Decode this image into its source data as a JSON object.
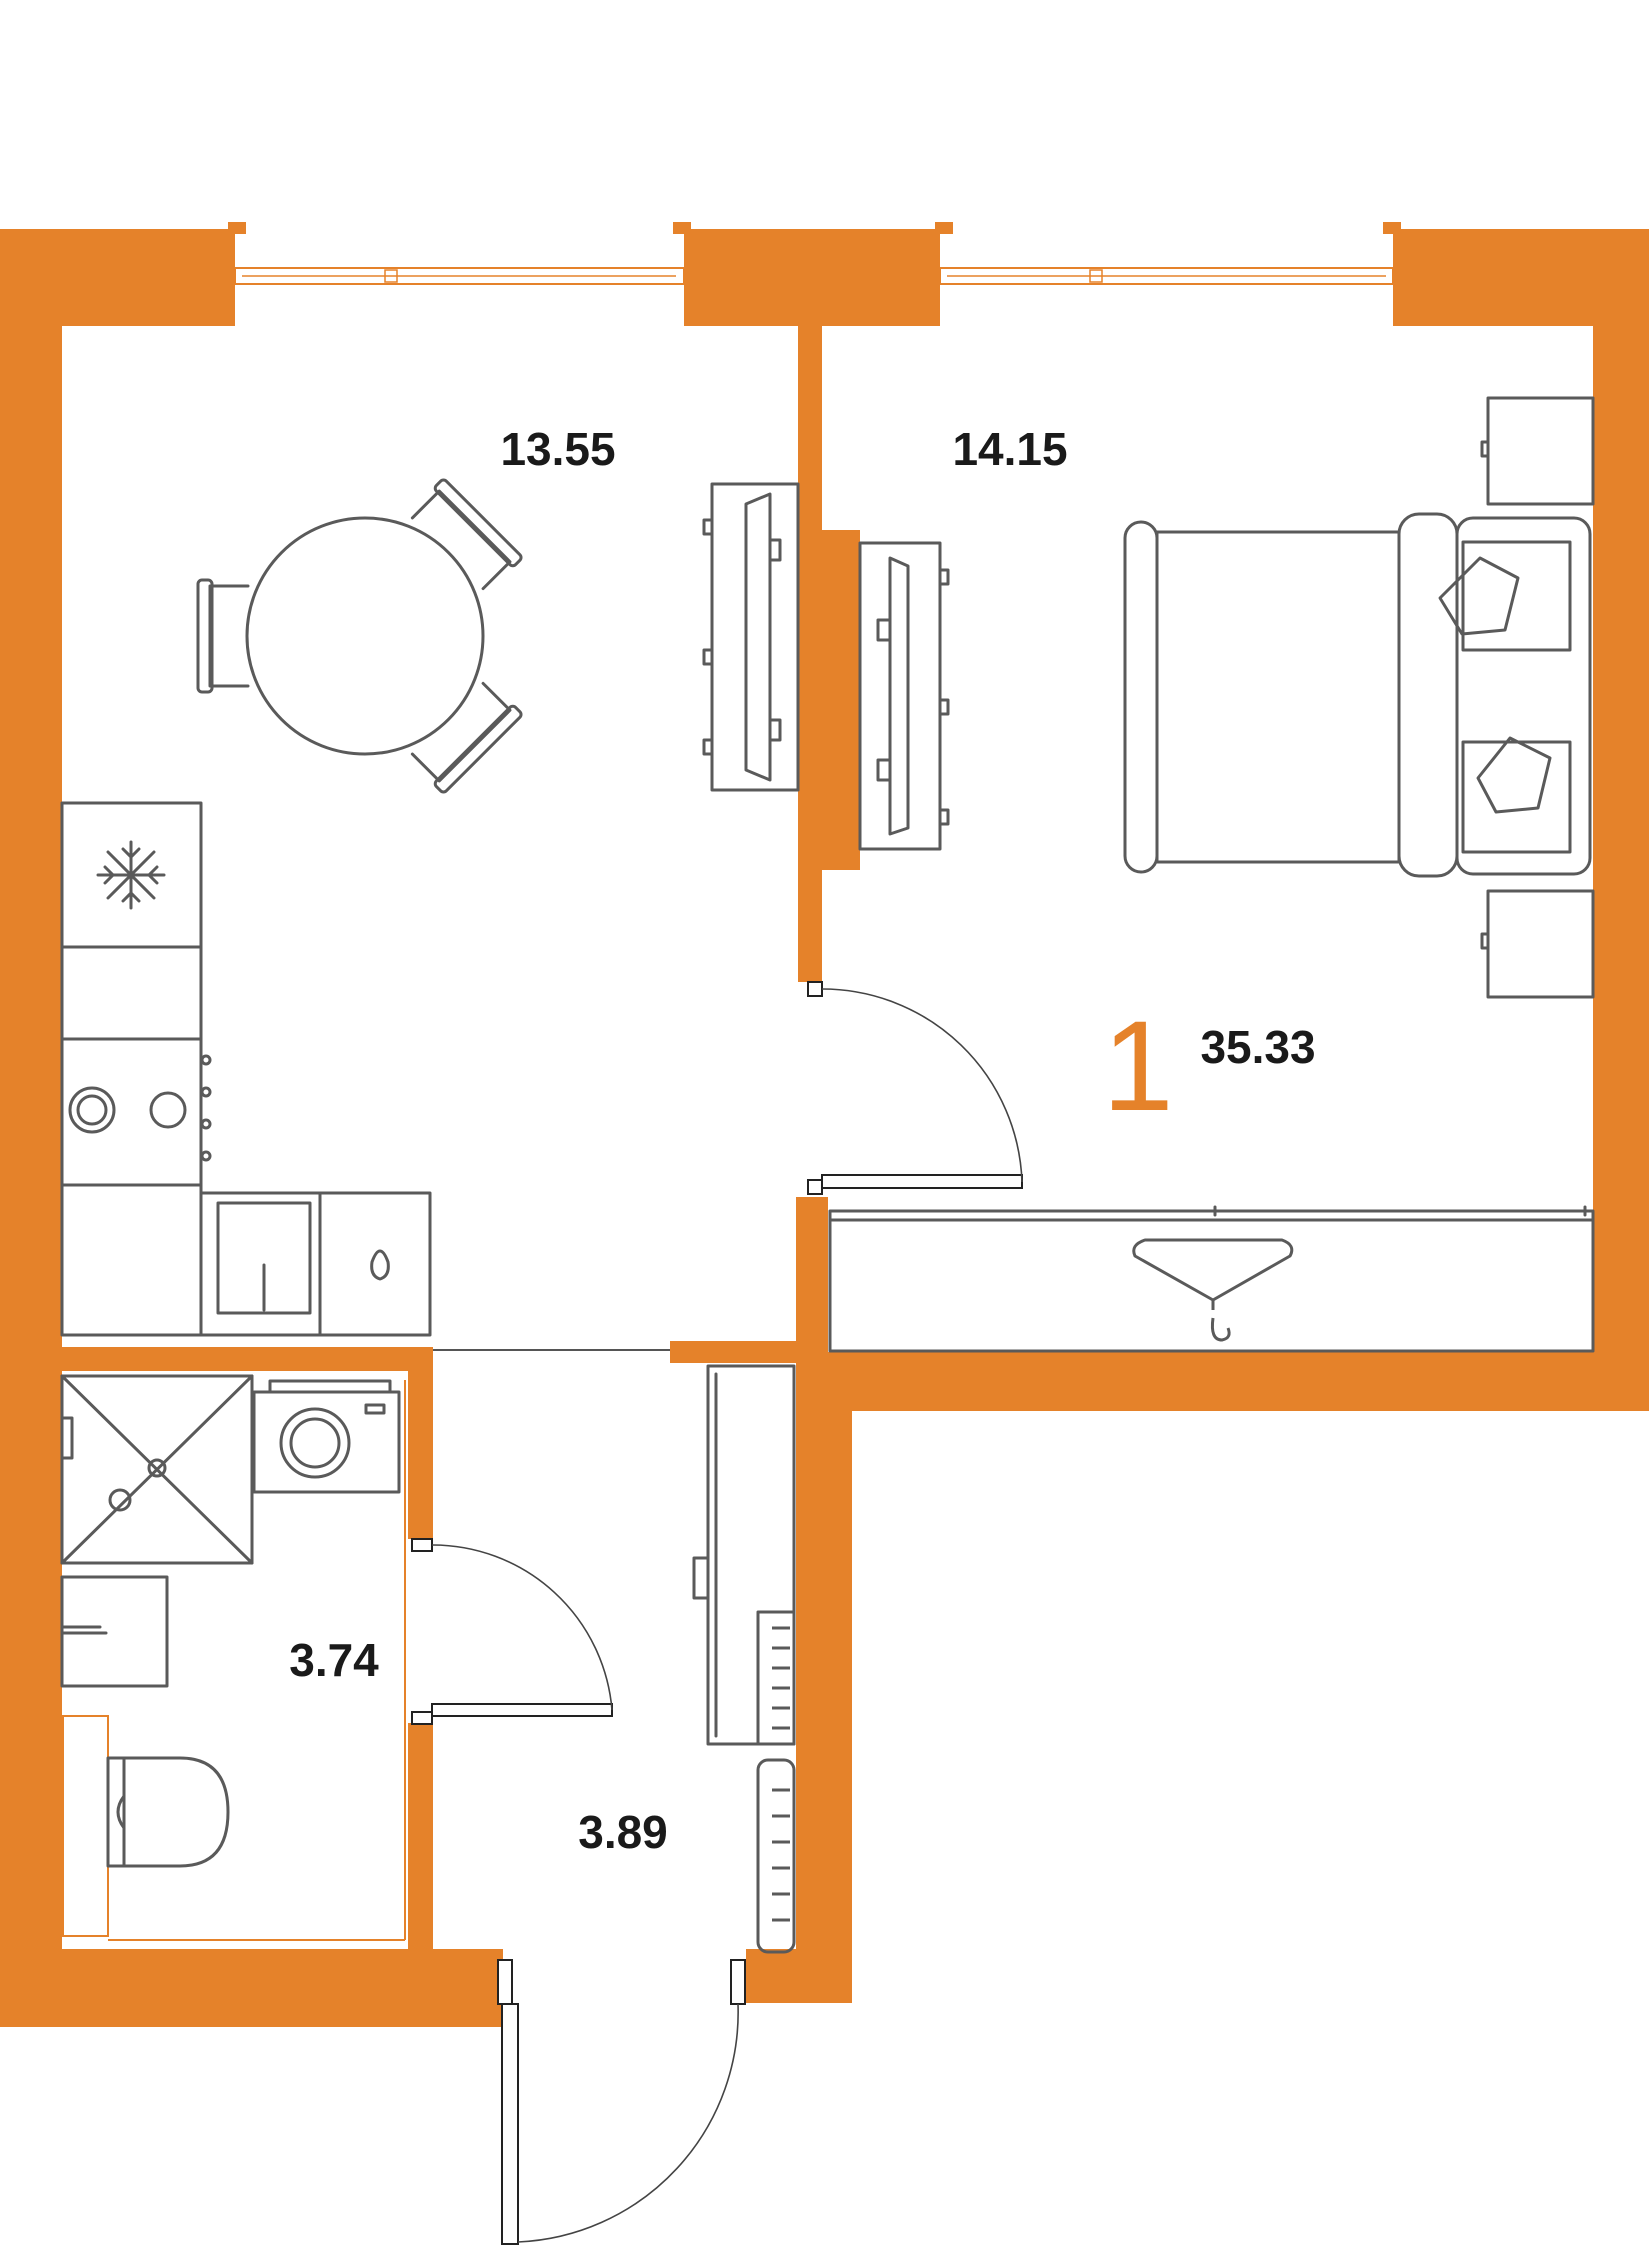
{
  "colors": {
    "wall": "#e5822a",
    "furniture": "#5a5a5a",
    "label": "#1a1a1a"
  },
  "plan": {
    "room_count": "1",
    "total_area": "35.33"
  },
  "rooms": {
    "kitchen_living": {
      "area": "13.55"
    },
    "bedroom": {
      "area": "14.15"
    },
    "bathroom": {
      "area": "3.74"
    },
    "hallway": {
      "area": "3.89"
    }
  },
  "icons": [
    "snowflake-icon",
    "hanger-icon",
    "drop-icon"
  ]
}
